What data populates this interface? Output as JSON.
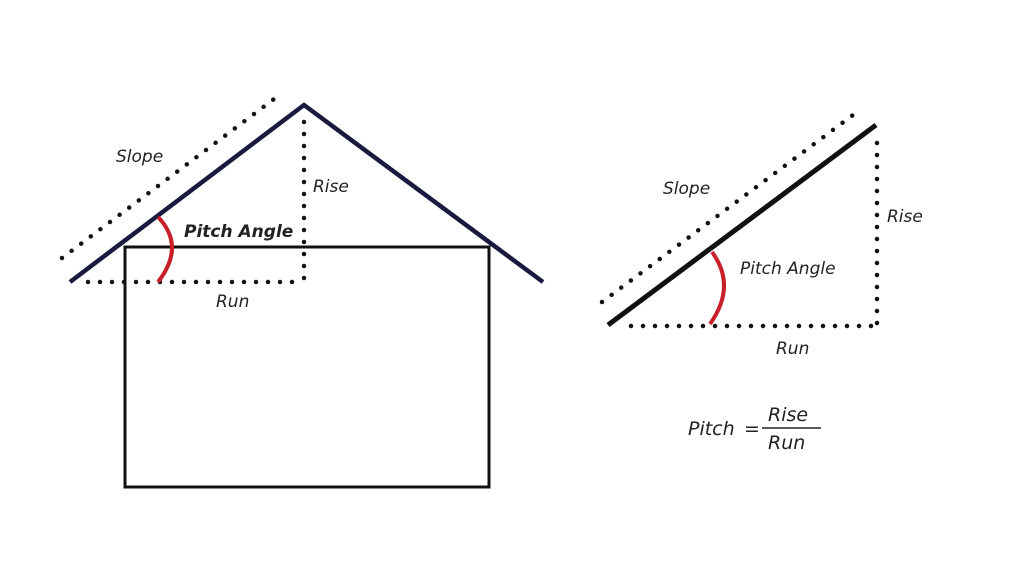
{
  "diagram": {
    "title": "Roof pitch illustration",
    "colors": {
      "roof_line": "#1a1a40",
      "house_line": "#111111",
      "angle_arc": "#c8202a",
      "dots": "#111111",
      "text": "#222222"
    },
    "house": {
      "labels": {
        "slope": "Slope",
        "rise": "Rise",
        "pitch_angle": "Pitch Angle",
        "run": "Run"
      }
    },
    "triangle": {
      "labels": {
        "slope": "Slope",
        "rise": "Rise",
        "pitch_angle": "Pitch Angle",
        "run": "Run"
      }
    },
    "formula": {
      "lhs": "Pitch",
      "equals": "=",
      "numerator": "Rise",
      "denominator": "Run"
    }
  }
}
